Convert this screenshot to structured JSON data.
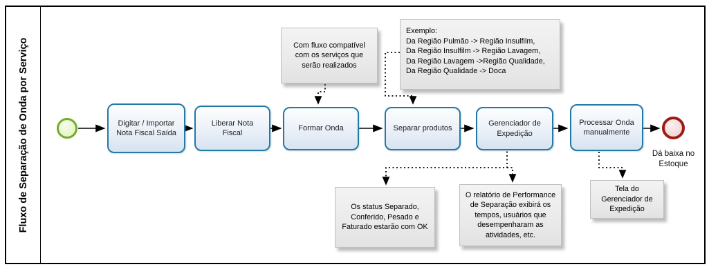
{
  "lane": {
    "title": "Fluxo de Separação de Onda por Serviço"
  },
  "tasks": [
    {
      "label": "Digitar / Importar Nota Fiscal Saída"
    },
    {
      "label": "Liberar Nota Fiscal"
    },
    {
      "label": "Formar Onda"
    },
    {
      "label": "Separar produtos"
    },
    {
      "label": "Gerenciador de Expedição"
    },
    {
      "label": "Processar Onda manualmente"
    }
  ],
  "events": {
    "end_label": "Dá baixa no Estoque"
  },
  "notes": {
    "compatible_flow": {
      "text": "Com fluxo compatível com os serviços que serão realizados"
    },
    "example": {
      "lines": [
        "Exemplo:",
        "Da Região Pulmão -> Região  Insulfilm,",
        "Da Região Insulfilm -> Região Lavagem,",
        "Da Região Lavagem ->Região Qualidade,",
        "Da Região Qualidade -> Doca"
      ]
    },
    "status_ok": {
      "text": "Os status Separado, Conferido, Pesado e Faturado estarão com OK"
    },
    "performance_report": {
      "text": "O relatório de Performance de Separação exibirá os tempos, usuários que desempenharam as atividades, etc."
    },
    "dispatch_manager_screen": {
      "text": "Tela do Gerenciador de Expedição"
    }
  },
  "colors": {
    "task_border": "#2279A5",
    "task_fill_bottom": "#D7E3F1",
    "start_event_border": "#6FAE2B",
    "start_event_fill": "#E7F5C8",
    "end_event_border": "#9E1A15",
    "end_event_fill": "#F2D6D6",
    "note_fill": "#EAEAEA",
    "line": "#000000"
  }
}
